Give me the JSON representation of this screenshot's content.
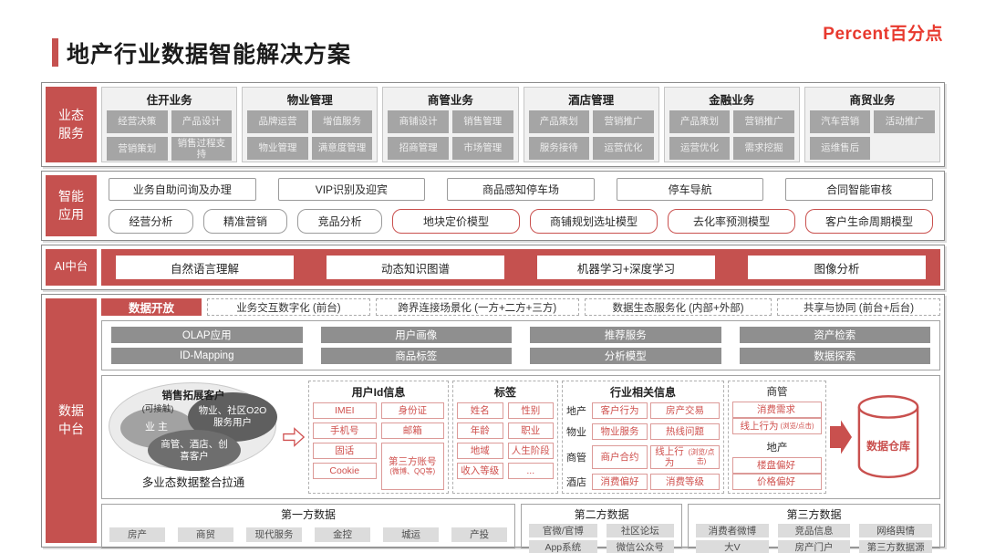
{
  "page": {
    "title": "地产行业数据智能解决方案",
    "logo_en": "Percent",
    "logo_cn": "百分点"
  },
  "colors": {
    "accent_red": "#c5514f",
    "logo_red": "#e8392e",
    "chip_gray": "#a5a5a5",
    "bar_gray": "#8f8f8f",
    "red_chip_text": "#cf4f4c"
  },
  "business": {
    "label": "业态服务",
    "groups": [
      {
        "title": "住开业务",
        "items": [
          "经营决策",
          "产品设计",
          "营销策划",
          "销售过程支持"
        ]
      },
      {
        "title": "物业管理",
        "items": [
          "品牌运营",
          "增值服务",
          "物业管理",
          "满意度管理"
        ]
      },
      {
        "title": "商管业务",
        "items": [
          "商铺设计",
          "销售管理",
          "招商管理",
          "市场管理"
        ]
      },
      {
        "title": "酒店管理",
        "items": [
          "产品策划",
          "营销推广",
          "服务接待",
          "运营优化"
        ]
      },
      {
        "title": "金融业务",
        "items": [
          "产品策划",
          "营销推广",
          "运营优化",
          "需求挖掘"
        ]
      },
      {
        "title": "商贸业务",
        "items": [
          "汽车营销",
          "活动推广",
          "运维售后"
        ]
      }
    ]
  },
  "apps": {
    "label": "智能应用",
    "row1": [
      "业务自助问询及办理",
      "VIP识别及迎宾",
      "商品感知停车场",
      "停车导航",
      "合同智能审核"
    ],
    "row2_plain": [
      "经营分析",
      "精准营销",
      "竞品分析"
    ],
    "row2_models": [
      "地块定价模型",
      "商铺规划选址模型",
      "去化率预测模型",
      "客户生命周期模型"
    ]
  },
  "ai": {
    "label": "AI中台",
    "items": [
      "自然语言理解",
      "动态知识图谱",
      "机器学习+深度学习",
      "图像分析"
    ]
  },
  "platform": {
    "label": "数据中台",
    "open_tab": "数据开放",
    "open_items": [
      "业务交互数字化 (前台)",
      "跨界连接场景化 (一方+二方+三方)",
      "数据生态服务化 (内部+外部)",
      "共享与协同 (前台+后台)"
    ],
    "services": [
      "OLAP应用",
      "用户画像",
      "推荐服务",
      "资产检索",
      "ID-Mapping",
      "商品标签",
      "分析模型",
      "数据探索"
    ],
    "venn": {
      "outer_title": "销售拓展客户",
      "outer_sub": "(可接触)",
      "owner": "业主",
      "o2o": "物业、社区O2O服务用户",
      "hotel": "商管、酒店、创喜客户",
      "caption": "多业态数据整合拉通"
    },
    "id_box": {
      "title": "用户Id信息",
      "col1": [
        "IMEI",
        "手机号",
        "固话",
        "Cookie"
      ],
      "col2": [
        {
          "text": "身份证"
        },
        {
          "text": "邮箱"
        },
        {
          "text": "第三方账号",
          "sub": "(微博、QQ等)"
        }
      ]
    },
    "tag_box": {
      "title": "标签",
      "col1": [
        "姓名",
        "年龄",
        "地域",
        "收入等级"
      ],
      "col2": [
        "性别",
        "职业",
        "人生阶段",
        "..."
      ]
    },
    "industry_box": {
      "title": "行业相关信息",
      "rows": [
        {
          "label": "地产",
          "chips": [
            {
              "text": "客户行为"
            },
            {
              "text": "房产交易"
            }
          ]
        },
        {
          "label": "物业",
          "chips": [
            {
              "text": "物业服务"
            },
            {
              "text": "热线问题"
            }
          ]
        },
        {
          "label": "商管",
          "chips": [
            {
              "text": "商户合约"
            },
            {
              "text": "线上行为",
              "sub": "(浏览/点击)"
            }
          ]
        },
        {
          "label": "酒店",
          "chips": [
            {
              "text": "消费偏好"
            },
            {
              "text": "消费等级"
            }
          ]
        }
      ]
    },
    "pref_box": {
      "sections": [
        {
          "title": "商管",
          "chips": [
            {
              "text": "消费需求"
            },
            {
              "text": "线上行为",
              "sub": "(浏览/点击)"
            }
          ]
        },
        {
          "title": "地产",
          "chips": [
            {
              "text": "楼盘偏好"
            },
            {
              "text": "价格偏好"
            }
          ]
        }
      ]
    },
    "warehouse": "数据仓库",
    "first_party": {
      "title": "第一方数据",
      "items": [
        "房产",
        "商贸",
        "现代服务",
        "金控",
        "城运",
        "产投"
      ]
    },
    "second_party": {
      "title": "第二方数据",
      "items": [
        "官微/官博",
        "社区论坛",
        "App系统",
        "微信公众号"
      ]
    },
    "third_party": {
      "title": "第三方数据",
      "items": [
        "消费者微博",
        "竞品信息",
        "网络舆情",
        "大V",
        "房产门户",
        "第三方数据源"
      ]
    }
  }
}
